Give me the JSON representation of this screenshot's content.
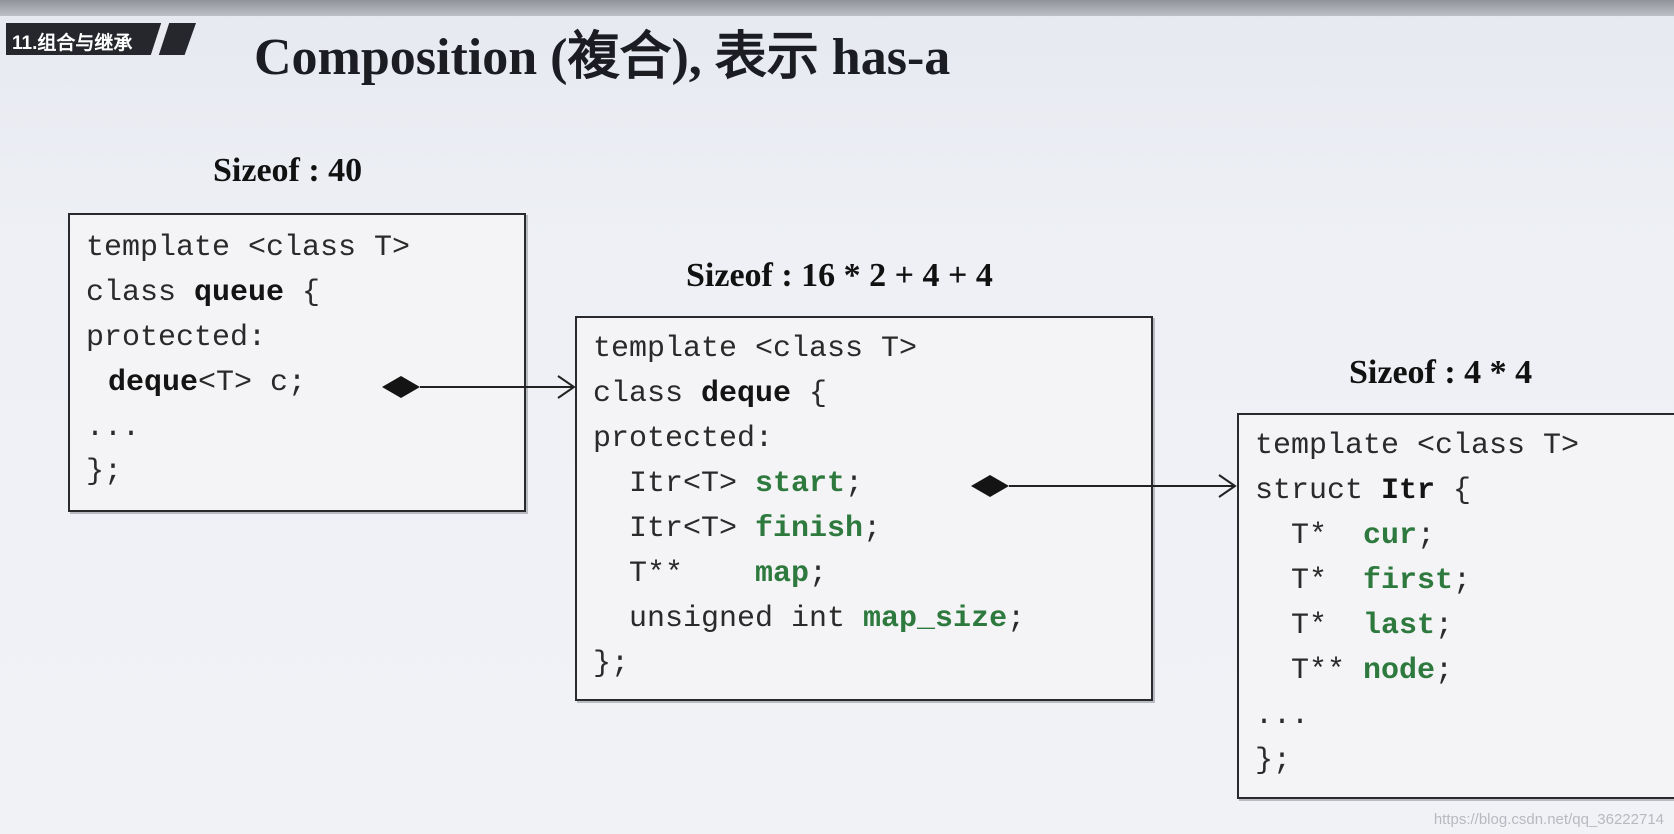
{
  "chapter_tag": "11.组合与继承",
  "title": "Composition (複合), 表示 has-a",
  "queue": {
    "size_label": "Sizeof : 40",
    "line1": "template <class T>",
    "l2_prefix": "class ",
    "l2_name": "queue",
    "l2_suffix": " {",
    "line3": "protected:",
    "l4_type": "deque",
    "l4_rest": "<T> c;",
    "line5": "...",
    "line6": "};"
  },
  "deque": {
    "size_label": "Sizeof : 16 * 2 + 4 + 4",
    "line1": "template <class T>",
    "l2_prefix": "class ",
    "l2_name": "deque",
    "l2_suffix": " {",
    "line3": "protected:",
    "l4_type": "  Itr<T> ",
    "l4_name": "start",
    "l4_end": ";",
    "l5_type": "  Itr<T> ",
    "l5_name": "finish",
    "l5_end": ";",
    "l6_type": "  T**    ",
    "l6_name": "map",
    "l6_end": ";",
    "l7_type": "  unsigned int ",
    "l7_name": "map_size",
    "l7_end": ";",
    "line8": "};"
  },
  "itr": {
    "size_label": "Sizeof : 4 * 4",
    "line1": "template <class T>",
    "l2_prefix": "struct ",
    "l2_name": "Itr",
    "l2_suffix": " {",
    "l3_type": "  T*  ",
    "l3_name": "cur",
    "l3_end": ";",
    "l4_type": "  T*  ",
    "l4_name": "first",
    "l4_end": ";",
    "l5_type": "  T*  ",
    "l5_name": "last",
    "l5_end": ";",
    "l6_type": "  T** ",
    "l6_name": "node",
    "l6_end": ";",
    "line7": "...",
    "line8": "};"
  },
  "watermark": "https://blog.csdn.net/qq_36222714",
  "colors": {
    "member": "#2e7a3e",
    "tag_bg": "#25272c",
    "border": "#2a2a2e"
  }
}
